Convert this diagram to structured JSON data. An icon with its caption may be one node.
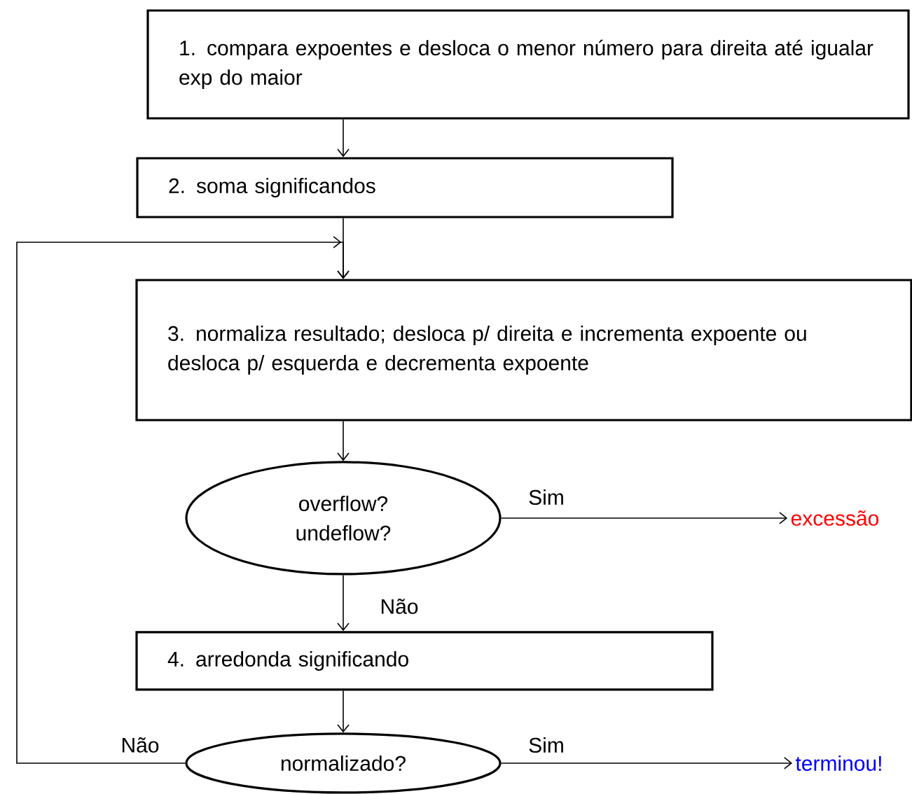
{
  "diagram": {
    "nodes": [
      {
        "text": [
          "1. compara expoentes e desloca o menor número para direita até igualar exp do maior"
        ]
      },
      {
        "text": [
          "2. soma significandos"
        ]
      },
      {
        "text": [
          "3. normaliza resultado; desloca p/ direita e incrementa expoente ou desloca p/ esquerda e decrementa expoente"
        ]
      },
      {
        "text": [
          "overflow? undeflow?"
        ]
      },
      {
        "text": [
          "excessão"
        ]
      },
      {
        "text": [
          "4. arredonda significando"
        ]
      },
      {
        "text": [
          "normalizado?"
        ]
      },
      {
        "text": [
          "terminou!"
        ]
      }
    ],
    "edges": [
      {
        "from": 0,
        "to": 1,
        "arrow": "to"
      },
      {
        "from": 1,
        "to": 2,
        "arrow": "to"
      },
      {
        "from": 2,
        "to": 3,
        "arrow": "to"
      },
      {
        "from": 3,
        "to": 4,
        "arrow": "to",
        "label": "Sim"
      },
      {
        "from": 3,
        "to": 5,
        "arrow": "to",
        "label": "Não"
      },
      {
        "from": 5,
        "to": 6,
        "arrow": "to"
      },
      {
        "from": 6,
        "to": 7,
        "arrow": "to",
        "label": "Sim"
      },
      {
        "from": 6,
        "to": 2,
        "arrow": "to",
        "label": "Não"
      }
    ]
  }
}
